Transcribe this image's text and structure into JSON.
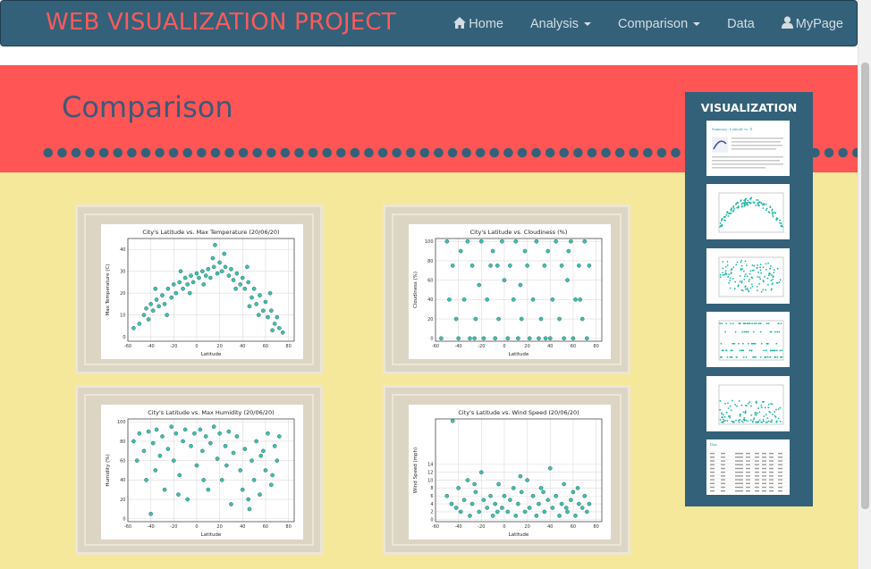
{
  "navbar": {
    "brand": "WEB VISUALIZATION PROJECT",
    "items": [
      {
        "label": "Home",
        "icon": "home-icon"
      },
      {
        "label": "Analysis",
        "dropdown": true
      },
      {
        "label": "Comparison",
        "dropdown": true
      },
      {
        "label": "Data"
      },
      {
        "label": "MyPage",
        "icon": "user-icon"
      }
    ]
  },
  "page": {
    "title": "Comparison"
  },
  "colors": {
    "navbar": "#336179",
    "brand": "#ff5a5a",
    "header_band": "#ff5555",
    "content_bg": "#f6e89b",
    "point": "#1fb5a4"
  },
  "sidebar": {
    "title": "VISUALIZATION",
    "thumbnails": [
      {
        "title": "Summary: Latitude vs. X",
        "kind": "text"
      },
      {
        "kind": "plot",
        "shape": "arch"
      },
      {
        "kind": "plot",
        "shape": "spread"
      },
      {
        "kind": "plot",
        "shape": "bands"
      },
      {
        "kind": "plot",
        "shape": "low"
      },
      {
        "title": "Data",
        "kind": "table"
      }
    ]
  },
  "chart_data": [
    {
      "type": "scatter",
      "title": "City's Latitude vs. Max Temperature (20/06/20)",
      "xlabel": "Latitude",
      "ylabel": "Max Temperature (C)",
      "xlim": [
        -60,
        85
      ],
      "ylim": [
        -2,
        45
      ],
      "xticks": [
        -60,
        -40,
        -20,
        0,
        20,
        40,
        60,
        80
      ],
      "yticks": [
        0,
        10,
        20,
        30,
        40
      ],
      "grid": true,
      "series": [
        {
          "points": [
            [
              -55,
              4
            ],
            [
              -50,
              6
            ],
            [
              -46,
              10
            ],
            [
              -44,
              13
            ],
            [
              -42,
              8
            ],
            [
              -40,
              15
            ],
            [
              -38,
              12
            ],
            [
              -35,
              17
            ],
            [
              -33,
              14
            ],
            [
              -30,
              19
            ],
            [
              -28,
              15
            ],
            [
              -25,
              22
            ],
            [
              -22,
              18
            ],
            [
              -20,
              24
            ],
            [
              -18,
              20
            ],
            [
              -15,
              25
            ],
            [
              -12,
              22
            ],
            [
              -10,
              27
            ],
            [
              -8,
              24
            ],
            [
              -5,
              28
            ],
            [
              -3,
              25
            ],
            [
              0,
              29
            ],
            [
              2,
              27
            ],
            [
              5,
              30
            ],
            [
              8,
              28
            ],
            [
              10,
              31
            ],
            [
              12,
              27
            ],
            [
              15,
              32
            ],
            [
              18,
              29
            ],
            [
              20,
              34
            ],
            [
              22,
              30
            ],
            [
              25,
              32
            ],
            [
              28,
              28
            ],
            [
              30,
              31
            ],
            [
              32,
              26
            ],
            [
              35,
              29
            ],
            [
              38,
              24
            ],
            [
              40,
              27
            ],
            [
              42,
              22
            ],
            [
              45,
              25
            ],
            [
              48,
              18
            ],
            [
              50,
              22
            ],
            [
              52,
              15
            ],
            [
              55,
              19
            ],
            [
              58,
              12
            ],
            [
              60,
              16
            ],
            [
              62,
              9
            ],
            [
              65,
              12
            ],
            [
              68,
              6
            ],
            [
              70,
              9
            ],
            [
              72,
              4
            ],
            [
              75,
              2
            ],
            [
              -36,
              22
            ],
            [
              -14,
              30
            ],
            [
              6,
              24
            ],
            [
              16,
              42
            ],
            [
              24,
              38
            ],
            [
              34,
              22
            ],
            [
              44,
              32
            ],
            [
              54,
              10
            ],
            [
              64,
              20
            ],
            [
              -26,
              10
            ],
            [
              -6,
              20
            ],
            [
              14,
              36
            ],
            [
              46,
              14
            ],
            [
              66,
              3
            ]
          ]
        }
      ]
    },
    {
      "type": "scatter",
      "title": "City's Latitude vs. Cloudiness (%)",
      "xlabel": "Latitude",
      "ylabel": "Cloudiness (%)",
      "xlim": [
        -60,
        85
      ],
      "ylim": [
        -3,
        103
      ],
      "xticks": [
        -60,
        -40,
        -20,
        0,
        20,
        40,
        60,
        80
      ],
      "yticks": [
        0,
        20,
        40,
        60,
        80,
        100
      ],
      "grid": true,
      "series": [
        {
          "points": [
            [
              -55,
              0
            ],
            [
              -50,
              100
            ],
            [
              -45,
              75
            ],
            [
              -42,
              20
            ],
            [
              -40,
              0
            ],
            [
              -38,
              90
            ],
            [
              -35,
              40
            ],
            [
              -32,
              100
            ],
            [
              -30,
              0
            ],
            [
              -28,
              75
            ],
            [
              -25,
              20
            ],
            [
              -22,
              55
            ],
            [
              -20,
              100
            ],
            [
              -18,
              0
            ],
            [
              -15,
              40
            ],
            [
              -12,
              75
            ],
            [
              -10,
              90
            ],
            [
              -8,
              0
            ],
            [
              -5,
              20
            ],
            [
              -2,
              100
            ],
            [
              0,
              60
            ],
            [
              3,
              0
            ],
            [
              5,
              75
            ],
            [
              8,
              40
            ],
            [
              10,
              100
            ],
            [
              12,
              0
            ],
            [
              15,
              20
            ],
            [
              18,
              90
            ],
            [
              20,
              75
            ],
            [
              22,
              0
            ],
            [
              25,
              40
            ],
            [
              28,
              100
            ],
            [
              30,
              0
            ],
            [
              32,
              20
            ],
            [
              35,
              75
            ],
            [
              38,
              90
            ],
            [
              40,
              0
            ],
            [
              42,
              40
            ],
            [
              45,
              100
            ],
            [
              48,
              20
            ],
            [
              50,
              75
            ],
            [
              52,
              0
            ],
            [
              55,
              60
            ],
            [
              58,
              100
            ],
            [
              60,
              0
            ],
            [
              62,
              40
            ],
            [
              65,
              75
            ],
            [
              68,
              20
            ],
            [
              70,
              100
            ],
            [
              72,
              0
            ],
            [
              -48,
              40
            ],
            [
              -26,
              0
            ],
            [
              -6,
              75
            ],
            [
              14,
              55
            ],
            [
              36,
              0
            ],
            [
              56,
              90
            ],
            [
              66,
              40
            ],
            [
              74,
              75
            ]
          ]
        }
      ]
    },
    {
      "type": "scatter",
      "title": "City's Latitude vs. Max Humidity (20/06/20)",
      "xlabel": "Latitude",
      "ylabel": "Humidity (%)",
      "xlim": [
        -60,
        85
      ],
      "ylim": [
        -3,
        103
      ],
      "xticks": [
        -60,
        -40,
        -20,
        0,
        20,
        40,
        60,
        80
      ],
      "yticks": [
        0,
        20,
        40,
        60,
        80,
        100
      ],
      "grid": true,
      "series": [
        {
          "points": [
            [
              -55,
              80
            ],
            [
              -52,
              60
            ],
            [
              -50,
              88
            ],
            [
              -46,
              70
            ],
            [
              -44,
              40
            ],
            [
              -42,
              90
            ],
            [
              -40,
              5
            ],
            [
              -38,
              78
            ],
            [
              -35,
              92
            ],
            [
              -32,
              65
            ],
            [
              -30,
              85
            ],
            [
              -28,
              30
            ],
            [
              -25,
              72
            ],
            [
              -22,
              95
            ],
            [
              -20,
              60
            ],
            [
              -18,
              88
            ],
            [
              -15,
              45
            ],
            [
              -12,
              80
            ],
            [
              -10,
              92
            ],
            [
              -8,
              20
            ],
            [
              -5,
              75
            ],
            [
              -2,
              88
            ],
            [
              0,
              55
            ],
            [
              3,
              92
            ],
            [
              5,
              70
            ],
            [
              8,
              85
            ],
            [
              10,
              30
            ],
            [
              12,
              78
            ],
            [
              15,
              95
            ],
            [
              18,
              62
            ],
            [
              20,
              88
            ],
            [
              22,
              40
            ],
            [
              25,
              75
            ],
            [
              28,
              90
            ],
            [
              30,
              15
            ],
            [
              32,
              68
            ],
            [
              35,
              85
            ],
            [
              38,
              50
            ],
            [
              40,
              30
            ],
            [
              42,
              72
            ],
            [
              45,
              20
            ],
            [
              48,
              60
            ],
            [
              50,
              40
            ],
            [
              52,
              80
            ],
            [
              55,
              25
            ],
            [
              58,
              70
            ],
            [
              60,
              50
            ],
            [
              62,
              88
            ],
            [
              65,
              35
            ],
            [
              68,
              75
            ],
            [
              70,
              60
            ],
            [
              72,
              85
            ],
            [
              -36,
              50
            ],
            [
              -16,
              25
            ],
            [
              6,
              40
            ],
            [
              26,
              55
            ],
            [
              46,
              10
            ],
            [
              56,
              65
            ],
            [
              66,
              45
            ]
          ]
        }
      ]
    },
    {
      "type": "scatter",
      "title": "City's Latitude vs. Wind Speed (20/06/20)",
      "xlabel": "Latitude",
      "ylabel": "Wind Speed (mph)",
      "xlim": [
        -60,
        85
      ],
      "ylim": [
        -0.5,
        25.5
      ],
      "xticks": [
        -60,
        -40,
        -20,
        0,
        20,
        40,
        60,
        80
      ],
      "yticks": [
        0,
        2,
        4,
        6,
        8,
        10,
        12,
        14
      ],
      "grid": true,
      "series": [
        {
          "points": [
            [
              -50,
              6
            ],
            [
              -45,
              25
            ],
            [
              -42,
              3
            ],
            [
              -40,
              8
            ],
            [
              -38,
              2
            ],
            [
              -35,
              5
            ],
            [
              -32,
              10
            ],
            [
              -30,
              1
            ],
            [
              -28,
              4
            ],
            [
              -25,
              7
            ],
            [
              -22,
              2
            ],
            [
              -20,
              12
            ],
            [
              -18,
              5
            ],
            [
              -15,
              3
            ],
            [
              -12,
              6
            ],
            [
              -10,
              1
            ],
            [
              -8,
              4
            ],
            [
              -5,
              9
            ],
            [
              -2,
              3
            ],
            [
              0,
              6
            ],
            [
              3,
              2
            ],
            [
              5,
              5
            ],
            [
              8,
              8
            ],
            [
              10,
              1
            ],
            [
              12,
              4
            ],
            [
              15,
              7
            ],
            [
              18,
              2
            ],
            [
              20,
              10
            ],
            [
              22,
              3
            ],
            [
              25,
              6
            ],
            [
              28,
              1
            ],
            [
              30,
              4
            ],
            [
              32,
              8
            ],
            [
              35,
              2
            ],
            [
              38,
              5
            ],
            [
              40,
              13
            ],
            [
              42,
              3
            ],
            [
              45,
              6
            ],
            [
              48,
              1
            ],
            [
              50,
              4
            ],
            [
              52,
              9
            ],
            [
              55,
              2
            ],
            [
              58,
              5
            ],
            [
              60,
              7
            ],
            [
              62,
              1
            ],
            [
              65,
              4
            ],
            [
              68,
              3
            ],
            [
              70,
              6
            ],
            [
              72,
              2
            ],
            [
              -46,
              4
            ],
            [
              -26,
              9
            ],
            [
              -6,
              2
            ],
            [
              14,
              11
            ],
            [
              34,
              7
            ],
            [
              54,
              3
            ],
            [
              64,
              8
            ],
            [
              74,
              4
            ]
          ]
        }
      ]
    }
  ]
}
